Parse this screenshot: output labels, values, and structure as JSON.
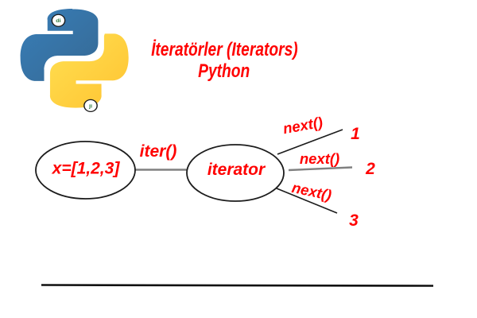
{
  "colors": {
    "accent_red": "#ff0000",
    "line_black": "#1c1c1c",
    "line_gray": "#808080",
    "divider_black": "#111111",
    "logo_blue_start": "#387EB8",
    "logo_blue_end": "#366994",
    "logo_yellow_start": "#FFE052",
    "logo_yellow_end": "#FFC331",
    "badge_text_green": "#2f7a3d"
  },
  "logo": {
    "badge_top": "di",
    "badge_bottom": "ji"
  },
  "title": {
    "line1": "İteratörler (Iterators)",
    "line2": "Python"
  },
  "diagram": {
    "source_node_label": "x=[1,2,3]",
    "iter_call_label": "iter()",
    "iterator_node_label": "iterator",
    "next_call_labels": [
      "next()",
      "next()",
      "next()"
    ],
    "output_values": [
      "1",
      "2",
      "3"
    ]
  }
}
